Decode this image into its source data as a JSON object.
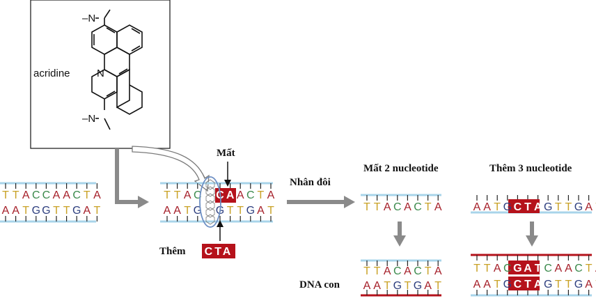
{
  "colors": {
    "T": "#c9a227",
    "A": "#a51e28",
    "C": "#3b8a4c",
    "G": "#2e3f7f",
    "backbone": "#a8d4ea",
    "highlight": "#b5121b",
    "arrow": "#8a8a8a",
    "ring": "#6d8fc4"
  },
  "molecule": {
    "name": "acridine",
    "n_methyl_top": "–N",
    "n_methyl_bottom": "–N",
    "ring_n": "N"
  },
  "original_dna": {
    "top": "TTACCAACTA",
    "bottom": "AATGGTTGAT"
  },
  "intercalated_dna": {
    "deleted_label": "Mất",
    "inserted_label": "Thêm",
    "top_left": "TTAC",
    "top_highlight": "CA",
    "top_right": "ACTA",
    "bottom_left": "AATG",
    "bottom_right": "GTTGAT",
    "insert_seq": "CTA"
  },
  "replication_label": "Nhân đôi",
  "deletion_panel": {
    "title": "Mất 2 nucleotide",
    "parent_top": "TTACACTA",
    "child_top": "TTACACTA",
    "child_bottom": "AATGTGAT"
  },
  "insertion_panel": {
    "title": "Thêm 3 nucleotide",
    "parent_left": "AATG",
    "parent_highlight": "CTA",
    "parent_right": "GTTGAT",
    "child_top_left": "TTAC",
    "child_top_highlight": "GAT",
    "child_top_right": "CAACTA",
    "child_bottom_left": "AATG",
    "child_bottom_highlight": "CTA",
    "child_bottom_right": "GTTGAT"
  },
  "daughter_label": "DNA con"
}
